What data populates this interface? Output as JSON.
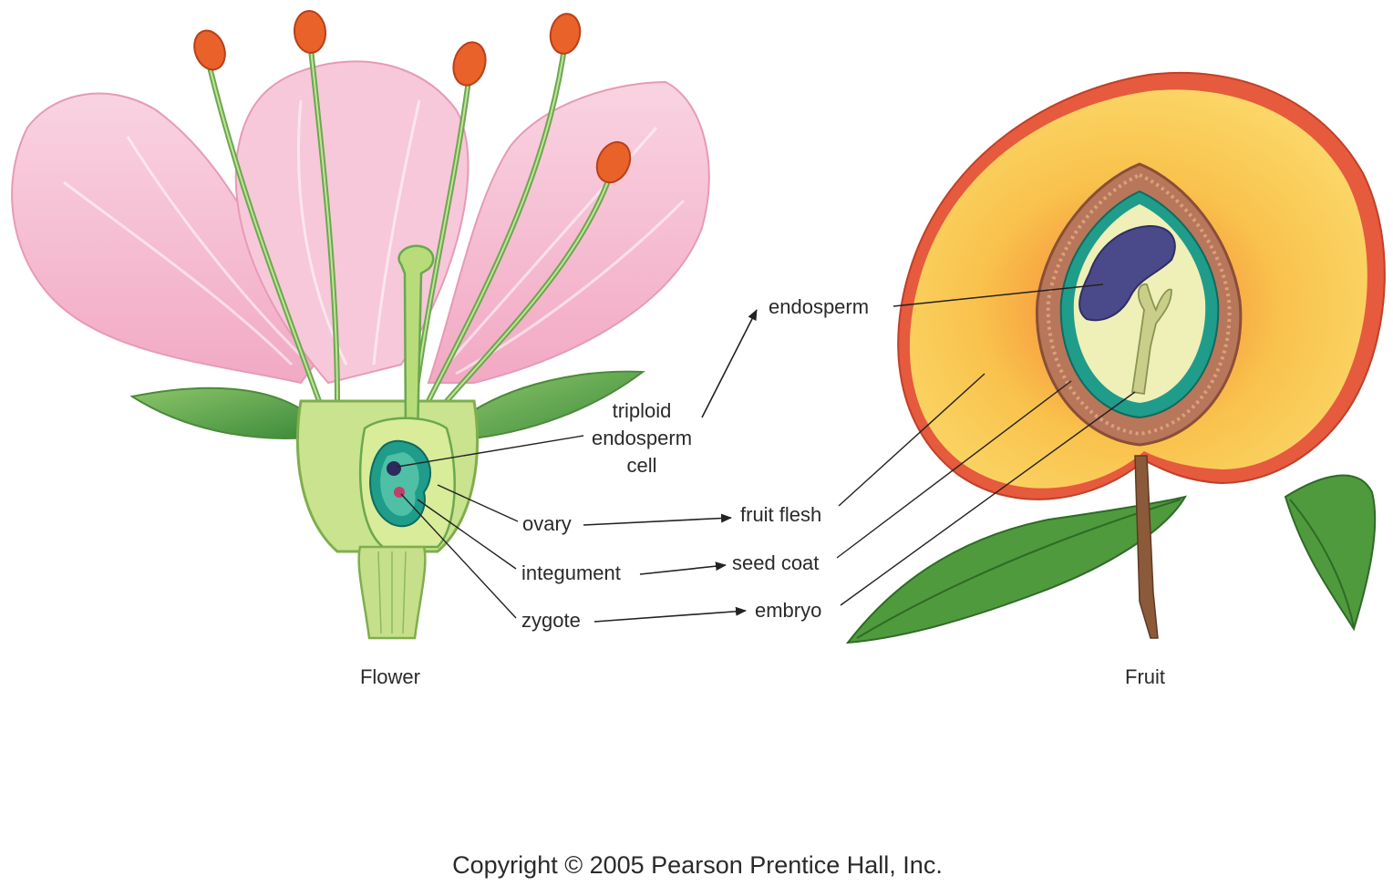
{
  "labels": {
    "endosperm": "endosperm",
    "triploid_line1": "triploid",
    "triploid_line2": "endosperm",
    "triploid_line3": "cell",
    "ovary": "ovary",
    "integument": "integument",
    "zygote": "zygote",
    "fruit_flesh": "fruit flesh",
    "seed_coat": "seed coat",
    "embryo": "embryo"
  },
  "captions": {
    "flower": "Flower",
    "fruit": "Fruit"
  },
  "copyright": "Copyright © 2005 Pearson Prentice Hall, Inc.",
  "colors": {
    "petal": "#f6c4d6",
    "petal_edge": "#e79ab7",
    "stem_green": "#8dbb5a",
    "leaf_green": "#5fa04a",
    "ovule_teal": "#1f9c8a",
    "anther_orange": "#e8622a",
    "fruit_yellow": "#f8c64f",
    "fruit_red": "#e65a3d",
    "endosperm_purple": "#4a4a8a"
  }
}
